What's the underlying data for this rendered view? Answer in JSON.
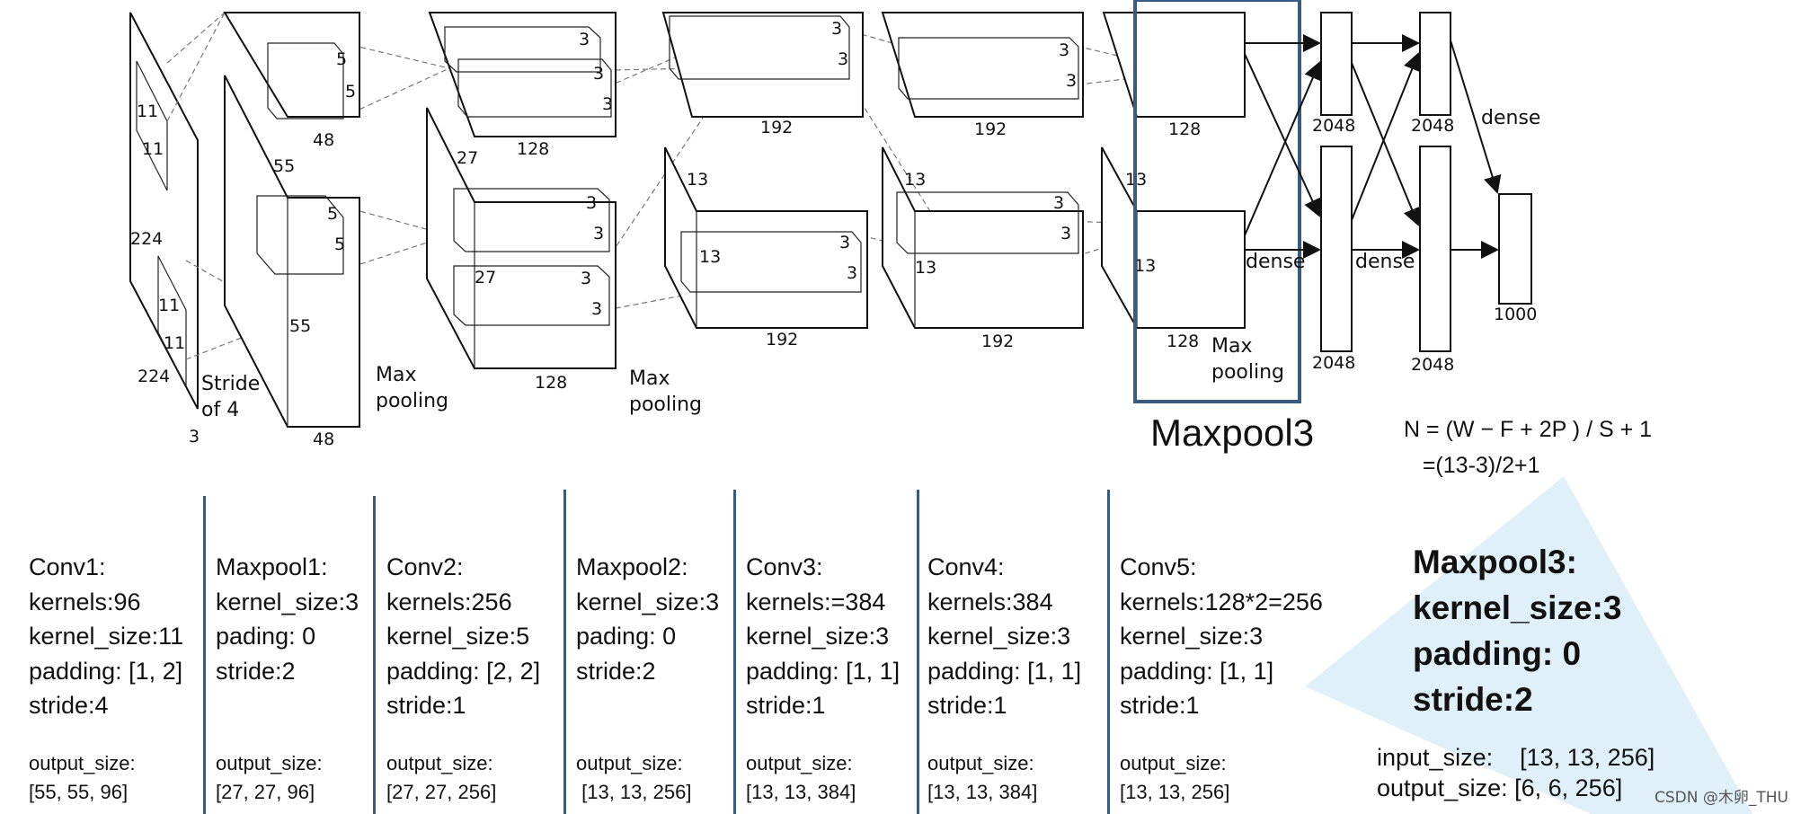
{
  "diagram": {
    "conv1": {
      "kernel_a": "11",
      "kernel_b": "11",
      "kernel_c": "11",
      "kernel_d": "11",
      "height": "224",
      "width": "224",
      "depth": "3",
      "stride_line1": "Stride",
      "stride_line2": "of 4"
    },
    "block1": {
      "h": "55",
      "w": "55",
      "top_depth": "48",
      "bot_depth": "48",
      "k1": "5",
      "k2": "5",
      "k3": "5",
      "k4": "5"
    },
    "pool1": {
      "line1": "Max",
      "line2": "pooling"
    },
    "block2": {
      "h": "27",
      "w": "27",
      "top_depth": "128",
      "bot_depth": "128",
      "k": "3"
    },
    "pool2": {
      "line1": "Max",
      "line2": "pooling"
    },
    "block3": {
      "h": "13",
      "w": "13",
      "top_depth": "192",
      "bot_depth": "192",
      "k": "3"
    },
    "block4": {
      "h": "13",
      "w": "13",
      "top_depth": "192",
      "bot_depth": "192",
      "k": "3"
    },
    "block5": {
      "h": "13",
      "w": "13",
      "top_depth": "128",
      "bot_depth": "128"
    },
    "pool3": {
      "line1": "Max",
      "line2": "pooling"
    },
    "fc": {
      "fc1": "2048",
      "fc2": "2048",
      "fc3": "2048",
      "fc4": "2048",
      "out": "1000",
      "dense1": "dense",
      "dense2": "dense",
      "dense3": "dense"
    }
  },
  "highlight_title": "Maxpool3",
  "formula": {
    "line1": "N = (W − F + 2P ) / S + 1",
    "line2": "   =(13-3)/2+1"
  },
  "layers": [
    {
      "name": "Conv1:",
      "lines": [
        "kernels:96",
        "kernel_size:11",
        "padding: [1, 2]",
        "stride:4"
      ],
      "out_label": "output_size:",
      "out_value": "[55, 55, 96]"
    },
    {
      "name": "Maxpool1:",
      "lines": [
        "kernel_size:3",
        "pading: 0",
        "stride:2",
        ""
      ],
      "out_label": "output_size:",
      "out_value": "[27, 27, 96]"
    },
    {
      "name": "Conv2:",
      "lines": [
        "kernels:256",
        "kernel_size:5",
        "padding: [2, 2]",
        "stride:1"
      ],
      "out_label": "output_size:",
      "out_value": "[27, 27, 256]"
    },
    {
      "name": "Maxpool2:",
      "lines": [
        "kernel_size:3",
        "pading: 0",
        "stride:2",
        ""
      ],
      "out_label": "output_size:",
      "out_value": " [13, 13, 256]"
    },
    {
      "name": "Conv3:",
      "lines": [
        "kernels:=384",
        "kernel_size:3",
        "padding: [1, 1]",
        "stride:1"
      ],
      "out_label": "output_size:",
      "out_value": "[13, 13, 384]"
    },
    {
      "name": "Conv4:",
      "lines": [
        "kernels:384",
        "kernel_size:3",
        "padding: [1, 1]",
        "stride:1"
      ],
      "out_label": "output_size:",
      "out_value": "[13, 13, 384]"
    },
    {
      "name": "Conv5:",
      "lines": [
        "kernels:128*2=256",
        "kernel_size:3",
        "padding: [1, 1]",
        "stride:1"
      ],
      "out_label": "output_size:",
      "out_value": "[13, 13, 256]"
    }
  ],
  "maxpool3": {
    "title": "Maxpool3:",
    "kernel": "kernel_size:3",
    "padding": "padding: 0",
    "stride": "stride:2"
  },
  "io": {
    "input_label": "input_size:",
    "input_value": "[13, 13, 256]",
    "output_label": "output_size:",
    "output_value": "[6, 6, 256]"
  },
  "watermark": "CSDN @木卵_THU",
  "colors": {
    "divider": "#3a5a86",
    "highlight": "#3a5a86",
    "spotlight": "#dff0f9"
  }
}
